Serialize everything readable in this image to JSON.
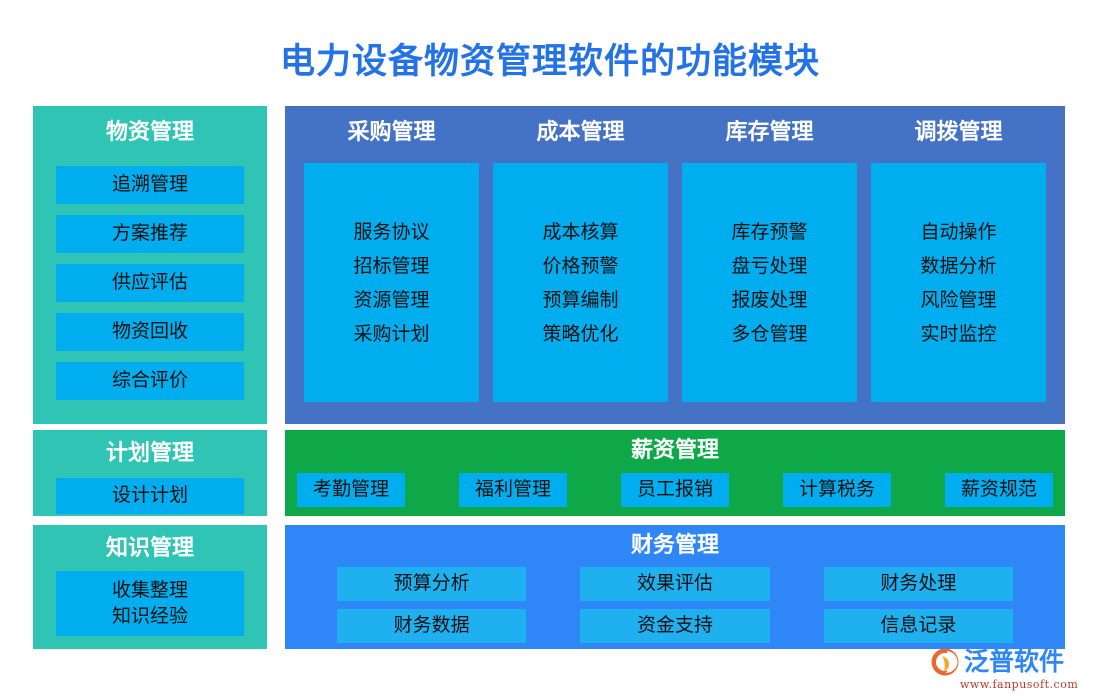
{
  "title": "电力设备物资管理软件的功能模块",
  "colors": {
    "title": "#2472E8",
    "teal": "#2FC4B4",
    "purple": "#4472C4",
    "green": "#0FA848",
    "blue": "#2E86F7",
    "item_blue": "#00AEEF",
    "finance_item": "#1FB0F0",
    "logo_text": "#2E86F7",
    "logo_url": "#C0392B"
  },
  "material": {
    "title": "物资管理",
    "items": [
      "追溯管理",
      "方案推荐",
      "供应评估",
      "物资回收",
      "综合评价"
    ]
  },
  "plan": {
    "title": "计划管理",
    "items": [
      "设计计划"
    ]
  },
  "knowledge": {
    "title": "知识管理",
    "item_line1": "收集整理",
    "item_line2": "知识经验"
  },
  "purple_columns": [
    {
      "title": "采购管理",
      "entries": [
        "服务协议",
        "招标管理",
        "资源管理",
        "采购计划"
      ]
    },
    {
      "title": "成本管理",
      "entries": [
        "成本核算",
        "价格预警",
        "预算编制",
        "策略优化"
      ]
    },
    {
      "title": "库存管理",
      "entries": [
        "库存预警",
        "盘亏处理",
        "报废处理",
        "多仓管理"
      ]
    },
    {
      "title": "调拨管理",
      "entries": [
        "自动操作",
        "数据分析",
        "风险管理",
        "实时监控"
      ]
    }
  ],
  "salary": {
    "title": "薪资管理",
    "items": [
      "考勤管理",
      "福利管理",
      "员工报销",
      "计算税务",
      "薪资规范"
    ]
  },
  "finance": {
    "title": "财务管理",
    "items": [
      "预算分析",
      "效果评估",
      "财务处理",
      "财务数据",
      "资金支持",
      "信息记录"
    ]
  },
  "watermark": {
    "name": "泛普软件",
    "url": "www.fanpusoft.com"
  }
}
